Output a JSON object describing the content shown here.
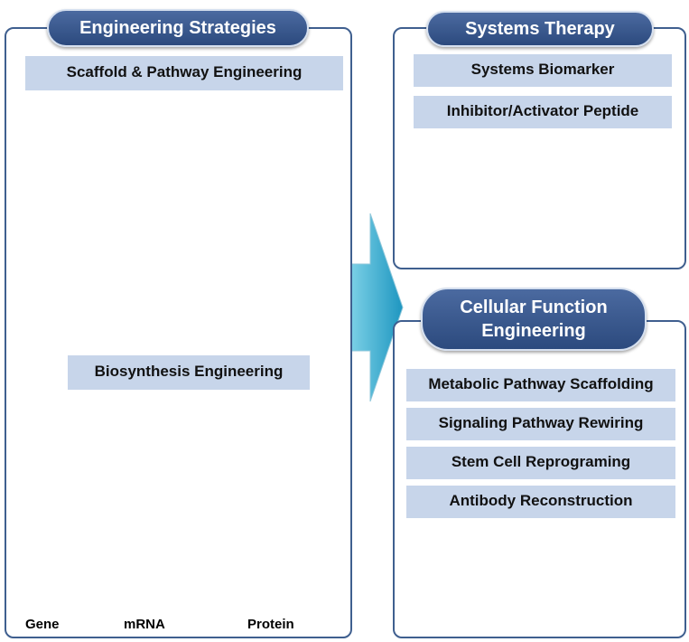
{
  "left_panel": {
    "title": "Engineering Strategies",
    "scaffold_label": "Scaffold & Pathway Engineering",
    "biosynthesis_label": "Biosynthesis Engineering",
    "axis_labels": [
      "Gene",
      "mRNA",
      "Protein"
    ]
  },
  "systems_panel": {
    "title": "Systems Therapy",
    "items": [
      "Systems Biomarker",
      "Inhibitor/Activator Peptide"
    ]
  },
  "cellular_panel": {
    "title_line1": "Cellular Function",
    "title_line2": "Engineering",
    "items": [
      "Metabolic Pathway Scaffolding",
      "Signaling Pathway Rewiring",
      "Stem Cell Reprograming",
      "Antibody Reconstruction"
    ]
  },
  "colors": {
    "panel_border": "#3f5f8f",
    "pill": "#2c4a7e",
    "label_bg": "#c7d5ea",
    "arrow_teal": "#2aa6c8"
  }
}
